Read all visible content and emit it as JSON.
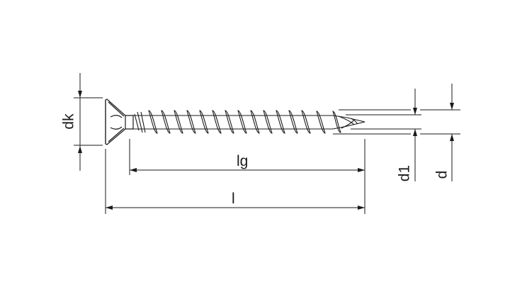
{
  "diagram": {
    "subject": "countersunk wood screw",
    "stroke_color": "#1a1a1a",
    "background": "#ffffff",
    "labels": {
      "head_diameter": "dk",
      "thread_length": "lg",
      "total_length": "l",
      "core_diameter": "d1",
      "thread_diameter": "d"
    }
  }
}
